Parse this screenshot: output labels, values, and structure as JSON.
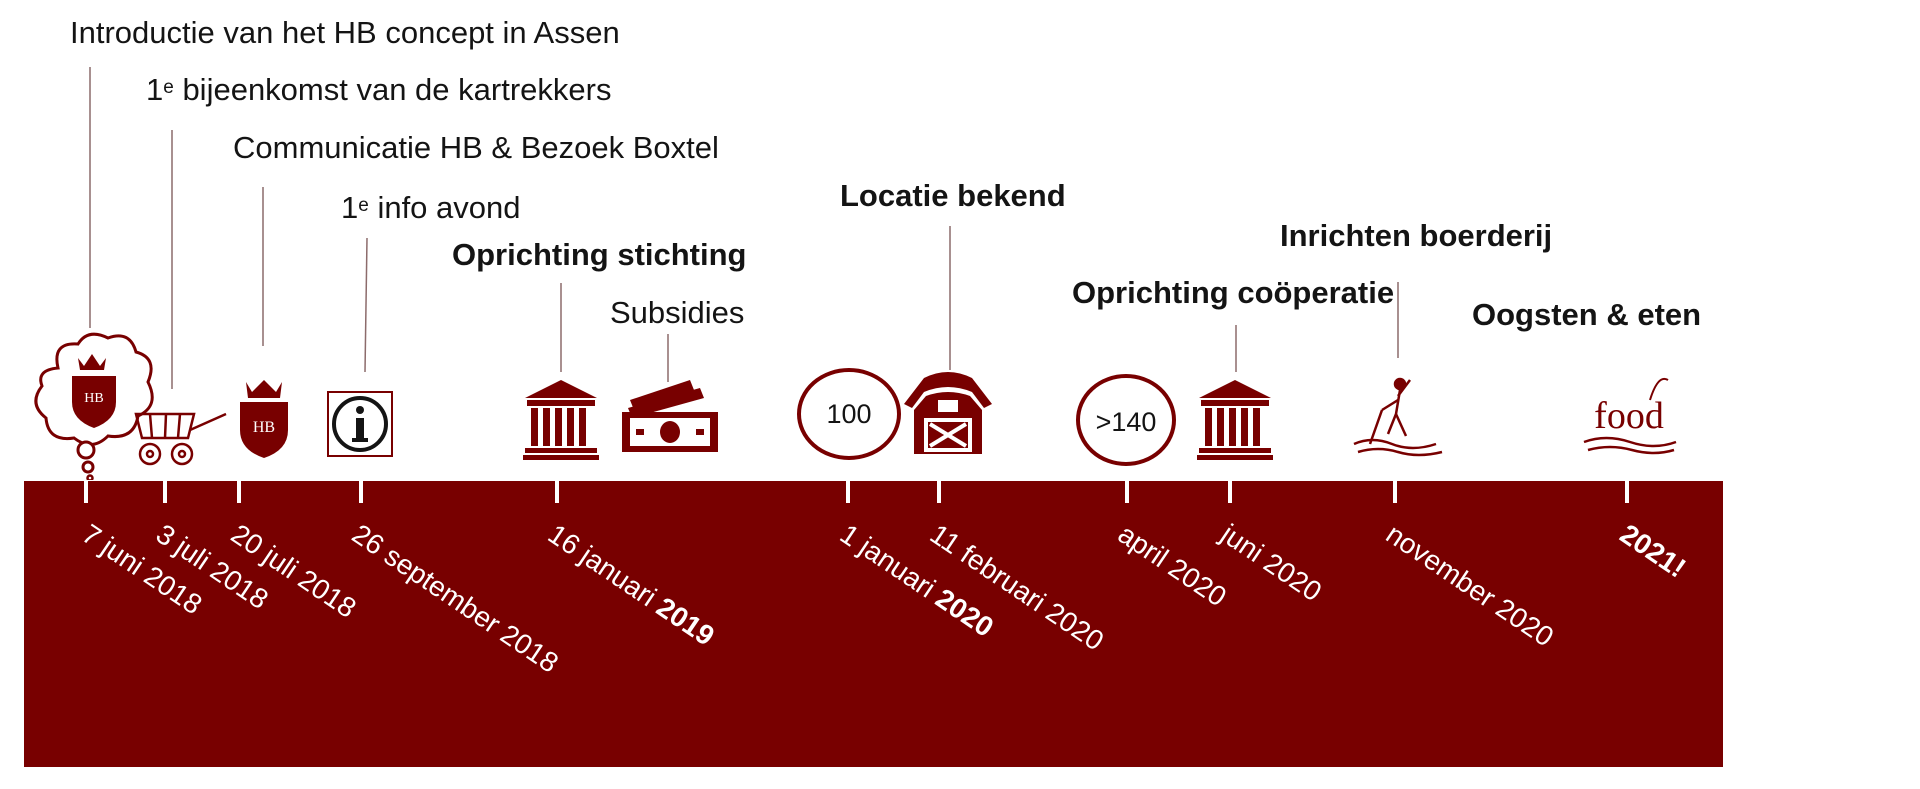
{
  "colors": {
    "accent": "#780000",
    "connector": "#8c6b6b",
    "text": "#141414"
  },
  "events": [
    {
      "label": "Introductie van het HB concept in Assen",
      "date": "7 juni 2018",
      "icon": "thought-bubble-hb-crest-icon"
    },
    {
      "label_pre": "1",
      "label_sup": "e",
      "label_post": " bijeenkomst van de kartrekkers",
      "date": "3 juli 2018",
      "icon": "wagon-icon"
    },
    {
      "label": "Communicatie HB & Bezoek Boxtel",
      "date": "20 juli 2018",
      "icon": "hb-crest-icon"
    },
    {
      "label_pre": "1",
      "label_sup": "e",
      "label_post": " info avond",
      "date": "26 september 2018",
      "icon": "info-icon"
    },
    {
      "label": "Oprichting stichting",
      "date_pre": "16 januari ",
      "date_bold": "2019",
      "icon": "institution-icon"
    },
    {
      "label": "Subsidies",
      "icon": "money-stack-icon"
    },
    {
      "badge": "100",
      "date_pre": "1 januari ",
      "date_bold": "2020",
      "icon": "count-circle-icon"
    },
    {
      "label": "Locatie bekend",
      "date": "11 februari 2020",
      "icon": "barn-icon"
    },
    {
      "badge": ">140",
      "date": "april 2020",
      "icon": "count-circle-icon"
    },
    {
      "label": "Oprichting coöperatie",
      "date": "juni 2020",
      "icon": "institution-icon"
    },
    {
      "label": "Inrichten boerderij",
      "date": "november 2020",
      "icon": "farmer-plough-icon"
    },
    {
      "label": "Oogsten & eten",
      "date_bold": "2021!",
      "icon": "food-field-icon"
    }
  ]
}
